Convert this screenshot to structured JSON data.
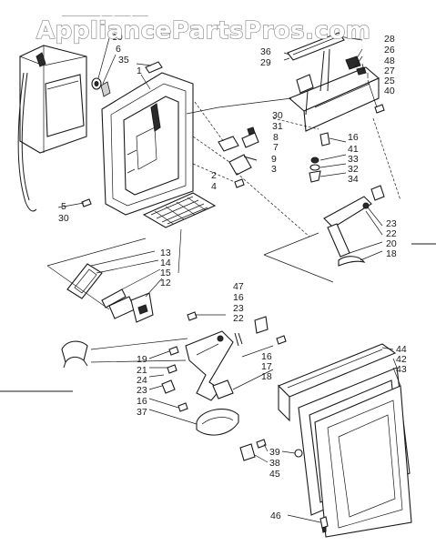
{
  "watermark": "AppliancePartsPros.com",
  "header_fragment": "——————— —— ——— ———",
  "callouts": [
    {
      "id": "c-10",
      "text": "10"
    },
    {
      "id": "c-6",
      "text": "6"
    },
    {
      "id": "c-35",
      "text": "35"
    },
    {
      "id": "c-1",
      "text": "1"
    },
    {
      "id": "c-5",
      "text": "5"
    },
    {
      "id": "c-30a",
      "text": "30"
    },
    {
      "id": "c-28",
      "text": "28"
    },
    {
      "id": "c-26",
      "text": "26"
    },
    {
      "id": "c-48",
      "text": "48"
    },
    {
      "id": "c-27",
      "text": "27"
    },
    {
      "id": "c-25",
      "text": "25"
    },
    {
      "id": "c-40",
      "text": "40"
    },
    {
      "id": "c-36",
      "text": "36"
    },
    {
      "id": "c-29",
      "text": "29"
    },
    {
      "id": "c-30b",
      "text": "30"
    },
    {
      "id": "c-31",
      "text": "31"
    },
    {
      "id": "c-8",
      "text": "8"
    },
    {
      "id": "c-7",
      "text": "7"
    },
    {
      "id": "c-9",
      "text": "9"
    },
    {
      "id": "c-3",
      "text": "3"
    },
    {
      "id": "c-2",
      "text": "2"
    },
    {
      "id": "c-4",
      "text": "4"
    },
    {
      "id": "c-16a",
      "text": "16"
    },
    {
      "id": "c-41",
      "text": "41"
    },
    {
      "id": "c-33",
      "text": "33"
    },
    {
      "id": "c-32",
      "text": "32"
    },
    {
      "id": "c-34",
      "text": "34"
    },
    {
      "id": "c-23a",
      "text": "23"
    },
    {
      "id": "c-22a",
      "text": "22"
    },
    {
      "id": "c-20",
      "text": "20"
    },
    {
      "id": "c-18a",
      "text": "18"
    },
    {
      "id": "c-13",
      "text": "13"
    },
    {
      "id": "c-14",
      "text": "14"
    },
    {
      "id": "c-15",
      "text": "15"
    },
    {
      "id": "c-12",
      "text": "12"
    },
    {
      "id": "c-47",
      "text": "47"
    },
    {
      "id": "c-16b",
      "text": "16"
    },
    {
      "id": "c-23b",
      "text": "23"
    },
    {
      "id": "c-22b",
      "text": "22"
    },
    {
      "id": "c-19",
      "text": "19"
    },
    {
      "id": "c-21",
      "text": "21"
    },
    {
      "id": "c-24",
      "text": "24"
    },
    {
      "id": "c-23c",
      "text": "23"
    },
    {
      "id": "c-16c",
      "text": "16"
    },
    {
      "id": "c-37",
      "text": "37"
    },
    {
      "id": "c-16d",
      "text": "16"
    },
    {
      "id": "c-17",
      "text": "17"
    },
    {
      "id": "c-18b",
      "text": "18"
    },
    {
      "id": "c-44",
      "text": "44"
    },
    {
      "id": "c-42",
      "text": "42"
    },
    {
      "id": "c-43",
      "text": "43"
    },
    {
      "id": "c-39",
      "text": "39"
    },
    {
      "id": "c-38",
      "text": "38"
    },
    {
      "id": "c-45",
      "text": "45"
    },
    {
      "id": "c-46",
      "text": "46"
    }
  ]
}
